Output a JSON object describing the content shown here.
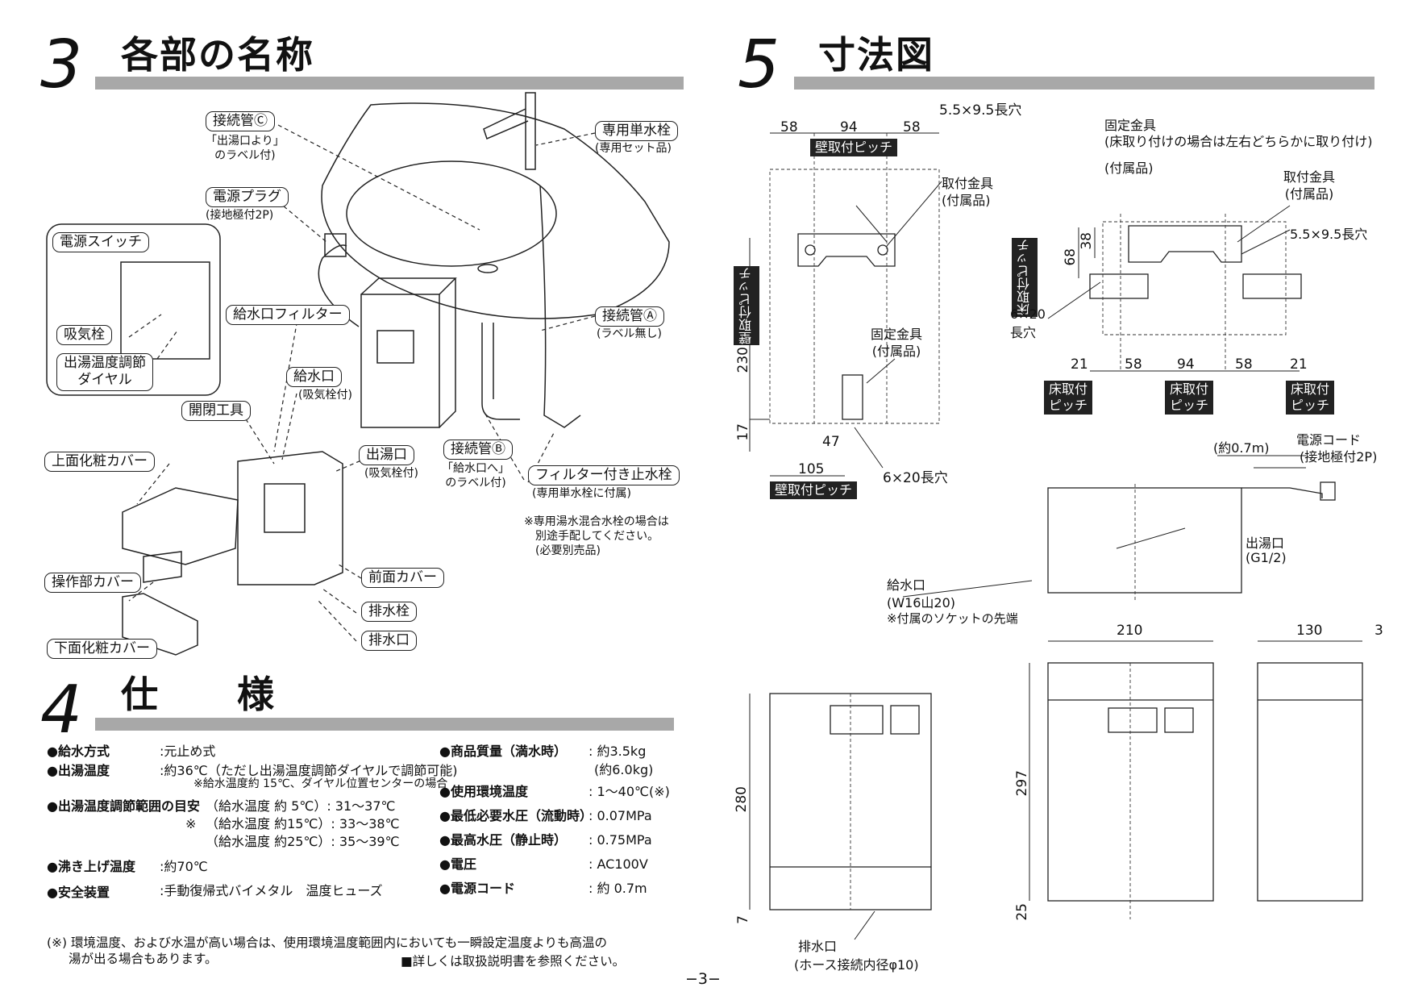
{
  "sec3": {
    "num": "3",
    "title": "各部の名称"
  },
  "sec5": {
    "num": "5",
    "title": "寸法図"
  },
  "sec4": {
    "num": "4",
    "title": "仕　　様"
  },
  "parts": {
    "setsuzoku_c": "接続管Ⓒ",
    "setsuzoku_c_note1": "「出湯口より」",
    "setsuzoku_c_note2": "のラベル付)",
    "senyo_tansui": "専用単水栓",
    "senyo_tansui_note": "(専用セット品)",
    "dengen_plug": "電源プラグ",
    "dengen_plug_note": "(接地極付2P)",
    "dengen_switch": "電源スイッチ",
    "kyuki": "吸気栓",
    "shutto_dial_1": "出湯温度調節",
    "shutto_dial_2": "ダイヤル",
    "kyusui_filter": "給水口フィルター",
    "setsuzoku_a": "接続管Ⓐ",
    "setsuzoku_a_note": "(ラベル無し)",
    "kyusuiguchi": "給水口",
    "kyusuiguchi_note": "(吸気栓付)",
    "kaihei": "開閉工具",
    "shuttoguchi": "出湯口",
    "shuttoguchi_note": "(吸気栓付)",
    "setsuzoku_b": "接続管Ⓑ",
    "setsuzoku_b_note1": "「給水口へ」",
    "setsuzoku_b_note2": "のラベル付)",
    "filter_shisui": "フィルター付き止水栓",
    "filter_shisui_note": "(専用単水栓に付属)",
    "jomen_cover": "上面化粧カバー",
    "note_star1": "※専用湯水混合水栓の場合は",
    "note_star2": "別途手配してください。",
    "note_star3": "(必要別売品)",
    "sosa_cover": "操作部カバー",
    "zenmen_cover": "前面カバー",
    "haisuisen": "排水栓",
    "haisuiguchi": "排水口",
    "kamen_cover": "下面化粧カバー"
  },
  "specs": {
    "kyusui_l": "●給水方式",
    "kyusui_v": ":元止め式",
    "shutto_l": "●出湯温度",
    "shutto_v1": ":約36℃（ただし出湯温度調節ダイヤルで調節可能)",
    "shutto_v2": "※給水温度約 15℃、ダイヤル位置センターの場合",
    "range_l": "●出湯温度調節範囲の目安",
    "range_v1": "（給水温度 約 5℃）: 31～37℃",
    "range_star": "※",
    "range_v2": "（給水温度 約15℃）: 33～38℃",
    "range_v3": "（給水温度 約25℃）: 35～39℃",
    "futto_l": "●沸き上げ温度",
    "futto_v": ":約70℃",
    "anzen_l": "●安全装置",
    "anzen_v": ":手動復帰式バイメタル　温度ヒューズ",
    "shitsuryo_l": "●商品質量（満水時）",
    "shitsuryo_v1": ": 約3.5kg",
    "shitsuryo_v2": "(約6.0kg)",
    "kankyo_l": "●使用環境温度",
    "kankyo_v": ": 1～40℃(※)",
    "saitei_l": "●最低必要水圧（流動時）",
    "saitei_v": ": 0.07MPa",
    "saiko_l": "●最高水圧（静止時）",
    "saiko_v": ": 0.75MPa",
    "denatsu_l": "●電圧",
    "denatsu_v": ": AC100V",
    "cord_l": "●電源コード",
    "cord_v": ": 約 0.7m",
    "foot1": "(※) 環境温度、および水温が高い場合は、使用環境温度範囲内においても一瞬設定温度よりも高温の",
    "foot2": "湯が出る場合もあります。",
    "foot3": "■詳しくは取扱説明書を参照ください。"
  },
  "dims": {
    "d58a": "58",
    "d94a": "94",
    "d58b": "58",
    "slot1": "5.5×9.5長穴",
    "kabe_pitch_top": "壁取付ピッチ",
    "toritsuke1": "取付金具",
    "toritsuke1_note": "(付属品)",
    "kabe_pitch_v": "壁取付ピッチ",
    "d230": "230",
    "d17": "17",
    "kotei1": "固定金具",
    "kotei1_note": "(付属品)",
    "d47": "47",
    "d105": "105",
    "slot2": "6×20長穴",
    "kabe_pitch_bottom": "壁取付ピッチ",
    "kotei2": "固定金具",
    "kotei2_note": "(床取り付けの場合は左右どちらかに取り付け)",
    "kotei2_note2": "(付属品)",
    "toritsuke2": "取付金具",
    "toritsuke2_note": "(付属品)",
    "slot3": "5.5×9.5長穴",
    "yuka_pitch_v": "床取付ピッチ",
    "d38": "38",
    "d68": "68",
    "slot4a": "6×20",
    "slot4b": "長穴",
    "d21a": "21",
    "d58c": "58",
    "d94b": "94",
    "d58d": "58",
    "d21b": "21",
    "yuka1a": "床取付",
    "yuka1b": "ピッチ",
    "yuka2a": "床取付",
    "yuka2b": "ピッチ",
    "yuka3a": "床取付",
    "yuka3b": "ピッチ",
    "cord_len": "(約0.7m)",
    "cord": "電源コード",
    "cord_note": "(接地極付2P)",
    "shutto": "出湯口",
    "shutto_note": "(G1/2)",
    "kyusui": "給水口",
    "kyusui_note": "(W16山20)",
    "kyusui_note2": "※付属のソケットの先端",
    "d210": "210",
    "d130": "130",
    "d3": "3",
    "d280": "280",
    "d297": "297",
    "d7": "7",
    "d25": "25",
    "haisui": "排水口",
    "haisui_note": "(ホース接続内径φ10)"
  },
  "page": "−3−"
}
